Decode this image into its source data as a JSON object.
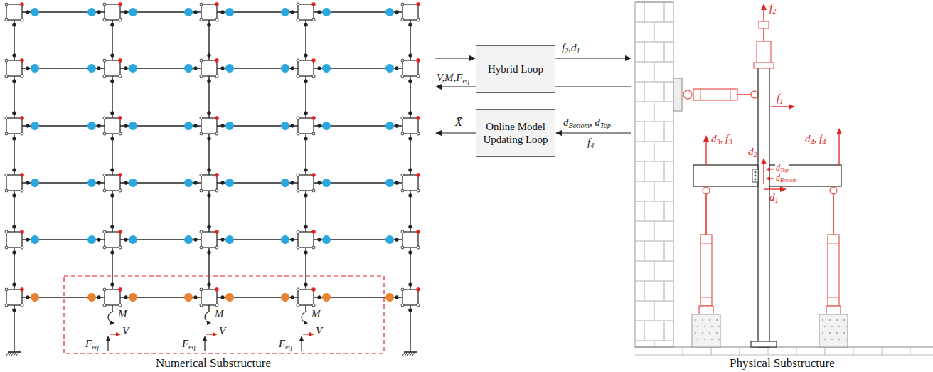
{
  "diagram": {
    "nodes": [
      {
        "text": [
          "Hybrid Loop"
        ]
      },
      {
        "text": [
          "Online Model Updating Loop"
        ]
      }
    ],
    "labels": [
      "M",
      "V",
      "Feq",
      "M",
      "V",
      "Feq",
      "M",
      "V",
      "Feq",
      "f2,d1",
      "V,M,Feq",
      "dBottom, dTop",
      "f4",
      "X̄",
      "f2",
      "f1",
      "d3, f3",
      "d2",
      "dTop",
      "dBottom",
      "d4, f4",
      "d1",
      "Numerical Substructure",
      "Physical Substructure"
    ]
  }
}
